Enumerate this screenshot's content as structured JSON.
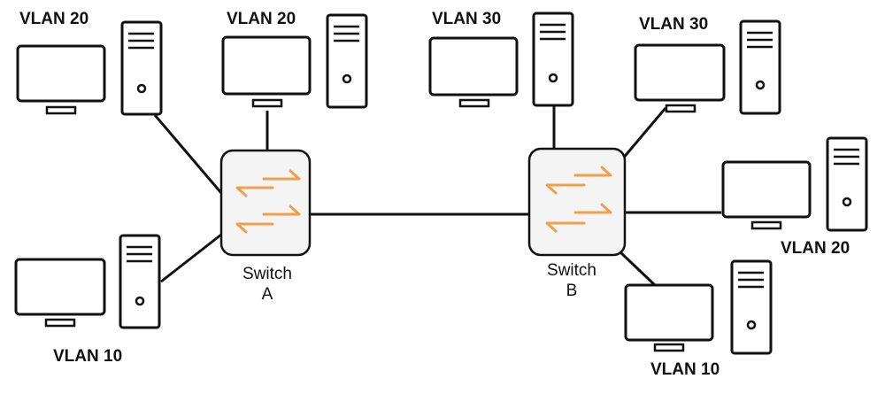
{
  "switches": {
    "a": {
      "label_line1": "Switch",
      "label_line2": "A",
      "icon": "switch-arrows-icon"
    },
    "b": {
      "label_line1": "Switch",
      "label_line2": "B",
      "icon": "switch-arrows-icon"
    }
  },
  "hosts": [
    {
      "id": "a-top-left",
      "vlan": "VLAN 20",
      "icon": "desktop-computer-icon"
    },
    {
      "id": "a-top",
      "vlan": "VLAN 20",
      "icon": "desktop-computer-icon"
    },
    {
      "id": "a-bottom",
      "vlan": "VLAN 10",
      "icon": "desktop-computer-icon"
    },
    {
      "id": "b-top",
      "vlan": "VLAN 30",
      "icon": "desktop-computer-icon"
    },
    {
      "id": "b-top-right",
      "vlan": "VLAN 30",
      "icon": "desktop-computer-icon"
    },
    {
      "id": "b-right",
      "vlan": "VLAN 20",
      "icon": "desktop-computer-icon"
    },
    {
      "id": "b-bottom",
      "vlan": "VLAN 10",
      "icon": "desktop-computer-icon"
    }
  ],
  "colors": {
    "arrow": "#f0a04b",
    "line": "#111111",
    "switch_fill": "#f4f4f4"
  }
}
